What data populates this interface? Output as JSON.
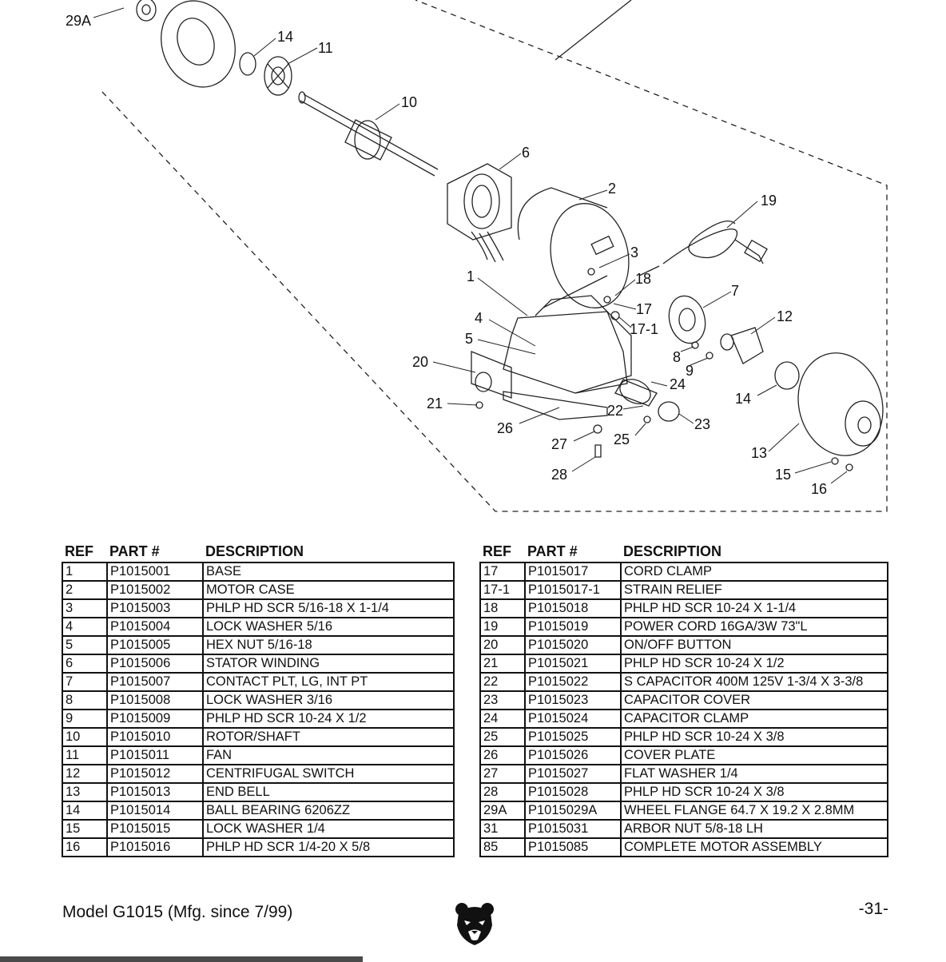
{
  "diagram": {
    "callouts": [
      "29A",
      "14",
      "11",
      "10",
      "6",
      "2",
      "19",
      "3",
      "18",
      "1",
      "17",
      "17-1",
      "7",
      "12",
      "4",
      "5",
      "20",
      "8",
      "9",
      "24",
      "14",
      "21",
      "22",
      "26",
      "23",
      "27",
      "25",
      "13",
      "28",
      "15",
      "16"
    ]
  },
  "table_headers": {
    "ref": "REF",
    "part": "PART #",
    "desc": "DESCRIPTION"
  },
  "parts_left": [
    {
      "ref": "1",
      "part": "P1015001",
      "desc": "BASE"
    },
    {
      "ref": "2",
      "part": "P1015002",
      "desc": "MOTOR CASE"
    },
    {
      "ref": "3",
      "part": "P1015003",
      "desc": "PHLP HD SCR 5/16-18 X 1-1/4"
    },
    {
      "ref": "4",
      "part": "P1015004",
      "desc": "LOCK WASHER 5/16"
    },
    {
      "ref": "5",
      "part": "P1015005",
      "desc": "HEX NUT 5/16-18"
    },
    {
      "ref": "6",
      "part": "P1015006",
      "desc": "STATOR WINDING"
    },
    {
      "ref": "7",
      "part": "P1015007",
      "desc": "CONTACT PLT, LG, INT PT"
    },
    {
      "ref": "8",
      "part": "P1015008",
      "desc": "LOCK WASHER 3/16"
    },
    {
      "ref": "9",
      "part": "P1015009",
      "desc": "PHLP HD SCR 10-24 X 1/2"
    },
    {
      "ref": "10",
      "part": "P1015010",
      "desc": "ROTOR/SHAFT"
    },
    {
      "ref": "11",
      "part": "P1015011",
      "desc": "FAN"
    },
    {
      "ref": "12",
      "part": "P1015012",
      "desc": "CENTRIFUGAL SWITCH"
    },
    {
      "ref": "13",
      "part": "P1015013",
      "desc": "END BELL"
    },
    {
      "ref": "14",
      "part": "P1015014",
      "desc": "BALL BEARING 6206ZZ"
    },
    {
      "ref": "15",
      "part": "P1015015",
      "desc": "LOCK WASHER 1/4"
    },
    {
      "ref": "16",
      "part": "P1015016",
      "desc": "PHLP HD SCR 1/4-20 X 5/8"
    }
  ],
  "parts_right": [
    {
      "ref": "17",
      "part": "P1015017",
      "desc": "CORD CLAMP"
    },
    {
      "ref": "17-1",
      "part": "P1015017-1",
      "desc": "STRAIN RELIEF"
    },
    {
      "ref": "18",
      "part": "P1015018",
      "desc": "PHLP HD SCR 10-24 X 1-1/4"
    },
    {
      "ref": "19",
      "part": "P1015019",
      "desc": "POWER CORD 16GA/3W 73\"L"
    },
    {
      "ref": "20",
      "part": "P1015020",
      "desc": "ON/OFF BUTTON"
    },
    {
      "ref": "21",
      "part": "P1015021",
      "desc": "PHLP HD SCR 10-24 X 1/2"
    },
    {
      "ref": "22",
      "part": "P1015022",
      "desc": "S CAPACITOR 400M 125V 1-3/4 X 3-3/8"
    },
    {
      "ref": "23",
      "part": "P1015023",
      "desc": "CAPACITOR COVER"
    },
    {
      "ref": "24",
      "part": "P1015024",
      "desc": "CAPACITOR CLAMP"
    },
    {
      "ref": "25",
      "part": "P1015025",
      "desc": "PHLP HD SCR 10-24 X 3/8"
    },
    {
      "ref": "26",
      "part": "P1015026",
      "desc": "COVER PLATE"
    },
    {
      "ref": "27",
      "part": "P1015027",
      "desc": "FLAT WASHER 1/4"
    },
    {
      "ref": "28",
      "part": "P1015028",
      "desc": "PHLP HD SCR 10-24 X 3/8"
    },
    {
      "ref": "29A",
      "part": "P1015029A",
      "desc": "WHEEL FLANGE 64.7 X 19.2 X 2.8MM"
    },
    {
      "ref": "31",
      "part": "P1015031",
      "desc": "ARBOR NUT 5/8-18 LH"
    },
    {
      "ref": "85",
      "part": "P1015085",
      "desc": "COMPLETE MOTOR ASSEMBLY"
    }
  ],
  "footer": {
    "model": "Model G1015 (Mfg. since 7/99)",
    "page": "-31-"
  },
  "logo": {
    "icon": "bear-head-icon",
    "color": "#111111"
  }
}
